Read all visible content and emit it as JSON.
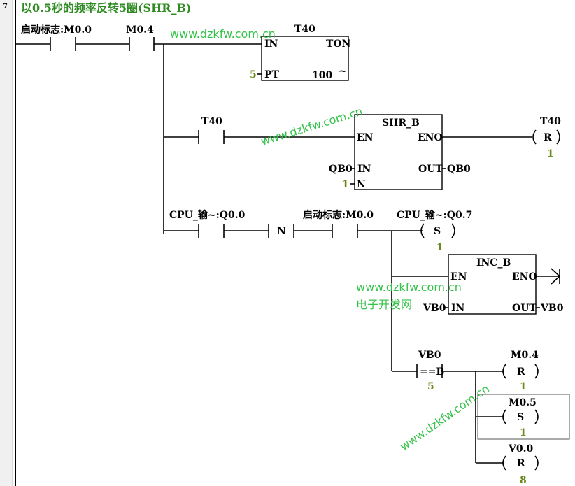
{
  "network": {
    "number": "7",
    "title": "以0.5秒的频率反转5圈(SHR_B)"
  },
  "rung1": {
    "contact1_label": "启动标志:M0.0",
    "contact2_label": "M0.4",
    "timer": {
      "name": "T40",
      "in": "IN",
      "type": "TON",
      "pt": "PT",
      "pt_value": "5",
      "resolution": "100",
      "tilde": "~"
    }
  },
  "rung2": {
    "contact_label": "T40",
    "block": {
      "name": "SHR_B",
      "en": "EN",
      "eno": "ENO",
      "in": "IN",
      "n": "N",
      "out": "OUT",
      "in_value": "QB0",
      "n_value": "1",
      "out_value": "QB0"
    },
    "coil": {
      "label": "T40",
      "type": "R",
      "count": "1"
    }
  },
  "rung3": {
    "contact1_label": "CPU_输~:Q0.0",
    "n_label": "N",
    "contact2_label": "启动标志:M0.0",
    "coil": {
      "label": "CPU_输~:Q0.7",
      "type": "S",
      "count": "1"
    },
    "inc_block": {
      "name": "INC_B",
      "en": "EN",
      "eno": "ENO",
      "in": "IN",
      "out": "OUT",
      "in_value": "VB0",
      "out_value": "VB0"
    },
    "compare": {
      "label": "VB0",
      "op": "==B",
      "value": "5"
    },
    "coil_m04": {
      "label": "M0.4",
      "type": "R",
      "count": "1"
    },
    "coil_m05": {
      "label": "M0.5",
      "type": "S",
      "count": "1"
    },
    "coil_v00": {
      "label": "V0.0",
      "type": "R",
      "count": "8"
    }
  },
  "watermarks": {
    "wm1": "www.dzkfw.com.cn",
    "wm2": "www.dzkfw.com.cn",
    "wm3": "www.dzkfw.com.cn",
    "wm3_sub": "电子开发网",
    "wm4": "www.dzkfw.com.cn"
  }
}
